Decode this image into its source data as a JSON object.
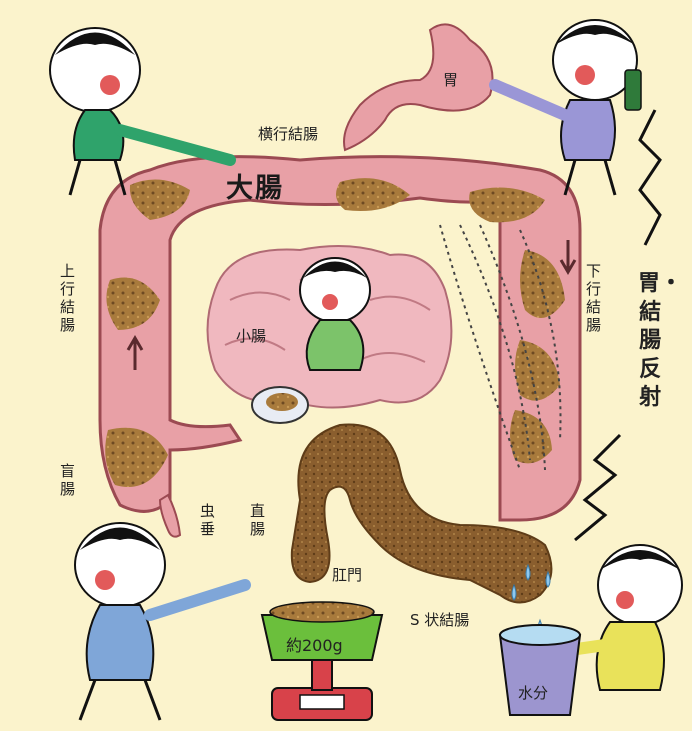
{
  "labels": {
    "stomach": "胃",
    "transverse_colon": "横行結腸",
    "large_intestine": "大腸",
    "ascending_colon": "上行結腸",
    "descending_colon": "下行結腸",
    "small_intestine": "小腸",
    "cecum": "盲腸",
    "appendix": "虫垂",
    "rectum": "直腸",
    "anus": "肛門",
    "sigmoid_colon": "S 状結腸",
    "stool_weight": "約200g",
    "water": "水分",
    "gastrocolic_reflex": "胃・結腸反射"
  },
  "colors": {
    "background": "#fbf3cc",
    "intestine": "#e8a0a6",
    "intestine_outline": "#9b4a52",
    "stool": "#a87a3c",
    "stool_dark": "#6e4a22",
    "small_intestine": "#f0b8bf",
    "char_green": "#2fa36b",
    "char_lavender": "#9a96d6",
    "char_blue": "#7fa6d8",
    "char_yellow": "#e9e25a",
    "scale_green": "#6bbf3c",
    "scale_red": "#d8424a",
    "bucket": "#9c95cf"
  },
  "icons": [
    "lightning-icon",
    "water-drop-icon",
    "bottle-icon",
    "bowl-icon",
    "scale-icon",
    "bucket-icon"
  ]
}
